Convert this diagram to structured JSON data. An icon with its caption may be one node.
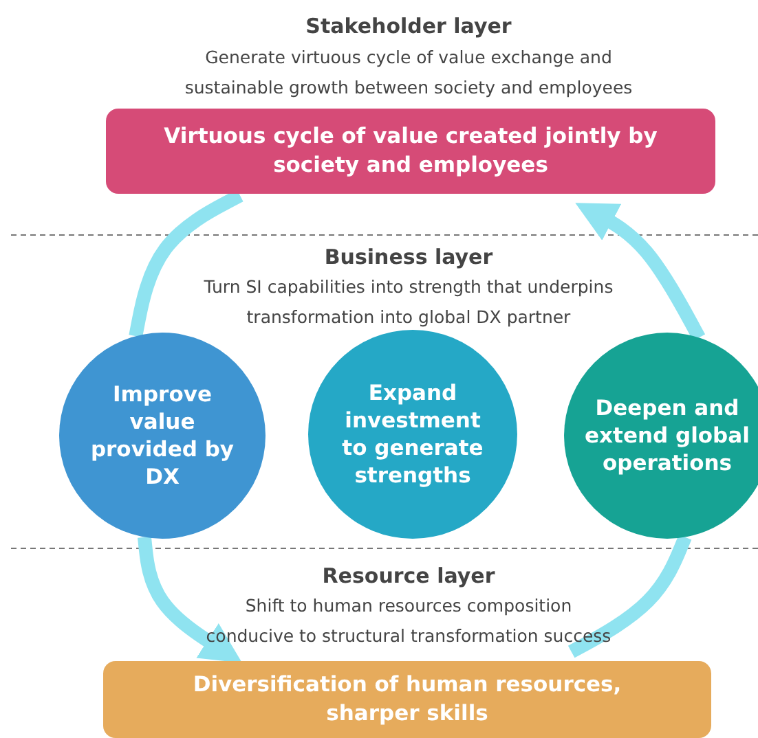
{
  "diagram": {
    "nodes": [
      {
        "text": [
          "Virtuous cycle of value created jointly by society and employees"
        ]
      },
      {
        "text": [
          "Improve value provided by DX"
        ]
      },
      {
        "text": [
          "Expand investment to generate strengths"
        ]
      },
      {
        "text": [
          "Deepen and extend global operations"
        ]
      },
      {
        "text": [
          "Diversification of human resources, sharper skills"
        ]
      }
    ],
    "edges": [
      {
        "from": 0,
        "to": 1,
        "arrow": "none"
      },
      {
        "from": 1,
        "to": 4,
        "arrow": "to"
      },
      {
        "from": 4,
        "to": 3,
        "arrow": "none"
      },
      {
        "from": 3,
        "to": 0,
        "arrow": "to"
      }
    ],
    "labels": [
      "Stakeholder layer",
      "Generate virtuous cycle of value exchange and sustainable growth between society and employees",
      "Business layer",
      "Turn SI capabilities into strength that underpins transformation into global DX partner",
      "Resource layer",
      "Shift to human resources composition conducive to structural transformation success"
    ]
  }
}
